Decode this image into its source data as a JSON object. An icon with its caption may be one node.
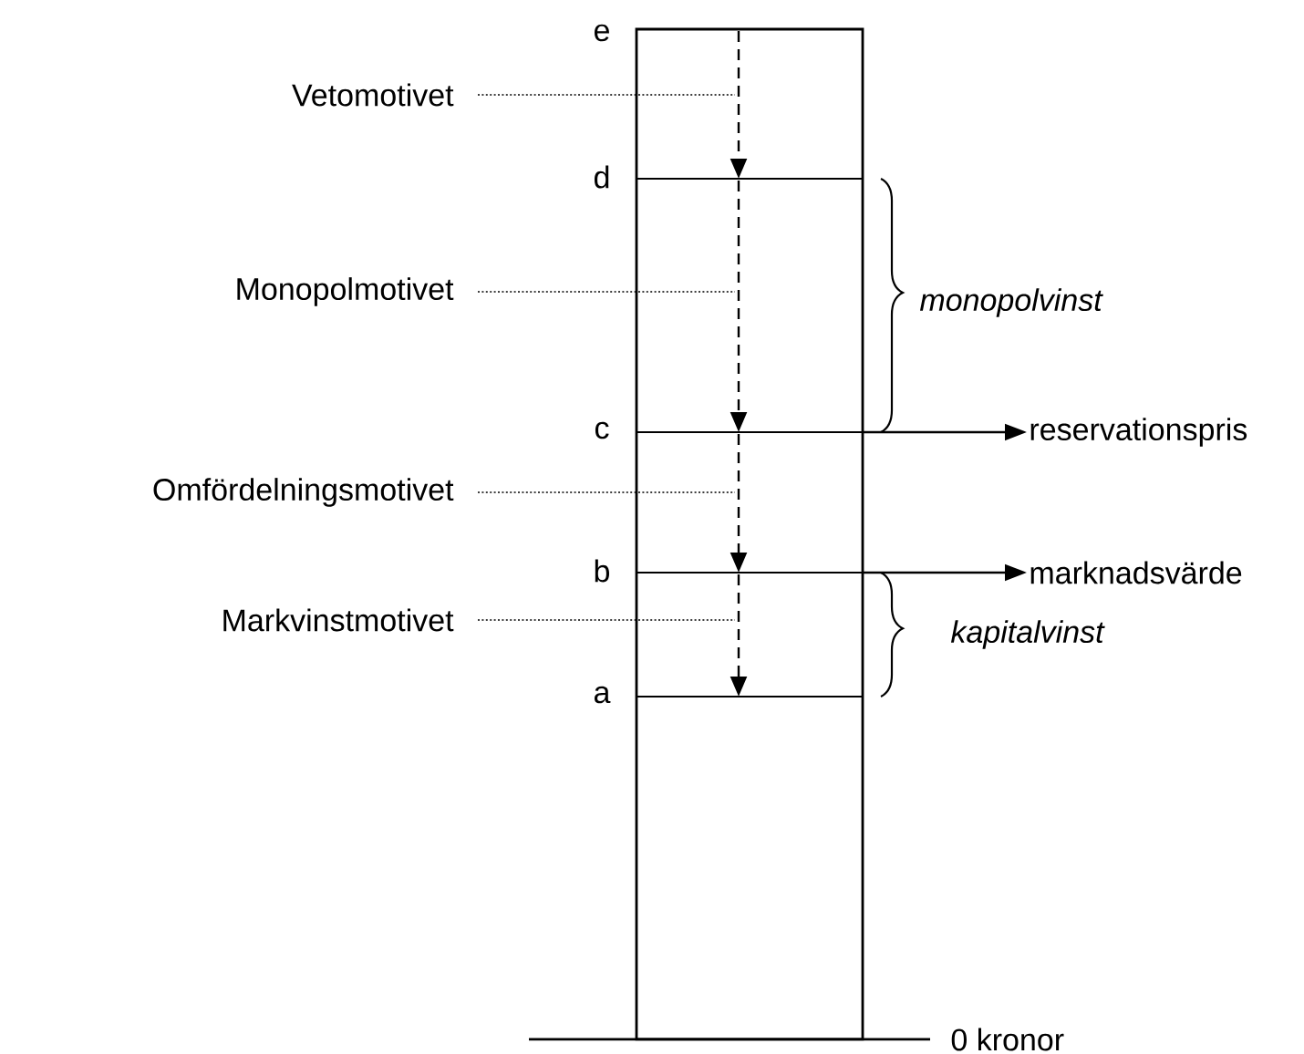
{
  "diagram": {
    "nodes": [
      {
        "text": [
          "Vetomotivet"
        ]
      },
      {
        "text": [
          "Monopolmotivet"
        ]
      },
      {
        "text": [
          "Omfördelningsmotivet"
        ]
      },
      {
        "text": [
          "Markvinstmotivet"
        ]
      },
      {
        "text": [
          "reservationspris"
        ]
      },
      {
        "text": [
          "marknadsvärde"
        ]
      }
    ],
    "edges": [
      {
        "from": 0,
        "to": null,
        "arrow": "none",
        "style": "dashed"
      },
      {
        "from": 1,
        "to": null,
        "arrow": "none",
        "style": "dashed"
      },
      {
        "from": 2,
        "to": null,
        "arrow": "none",
        "style": "dashed"
      },
      {
        "from": 3,
        "to": null,
        "arrow": "none",
        "style": "dashed"
      },
      {
        "from": null,
        "to": 4,
        "arrow": "to"
      },
      {
        "from": null,
        "to": 5,
        "arrow": "to"
      }
    ],
    "labels": [
      "e",
      "d",
      "*monopolvinst*",
      "c",
      "b",
      "*kapitalvinst*",
      "a",
      "0 kronor"
    ]
  }
}
